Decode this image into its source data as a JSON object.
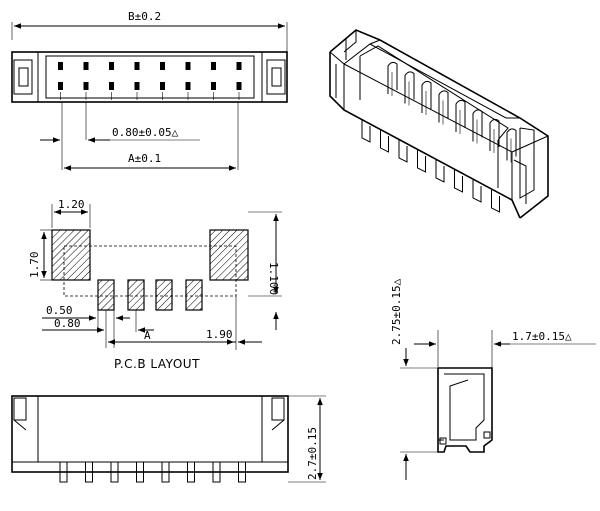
{
  "top_view": {
    "dim_b": "B±0.2",
    "dim_pitch": "0.80±0.05△",
    "dim_a": "A±0.1"
  },
  "pcb_layout": {
    "dim_pad_width": "1.20",
    "dim_pad_height": "1.70",
    "dim_overall_height": "1.100",
    "dim_pin_width": "0.50",
    "dim_pin_pitch": "0.80",
    "dim_a": "A",
    "dim_offset": "1.90",
    "caption": "P.C.B LAYOUT"
  },
  "front_view": {
    "dim_height": "2.7±0.15"
  },
  "side_view": {
    "dim_height": "2.75±0.15△",
    "dim_depth": "1.7±0.15△"
  }
}
